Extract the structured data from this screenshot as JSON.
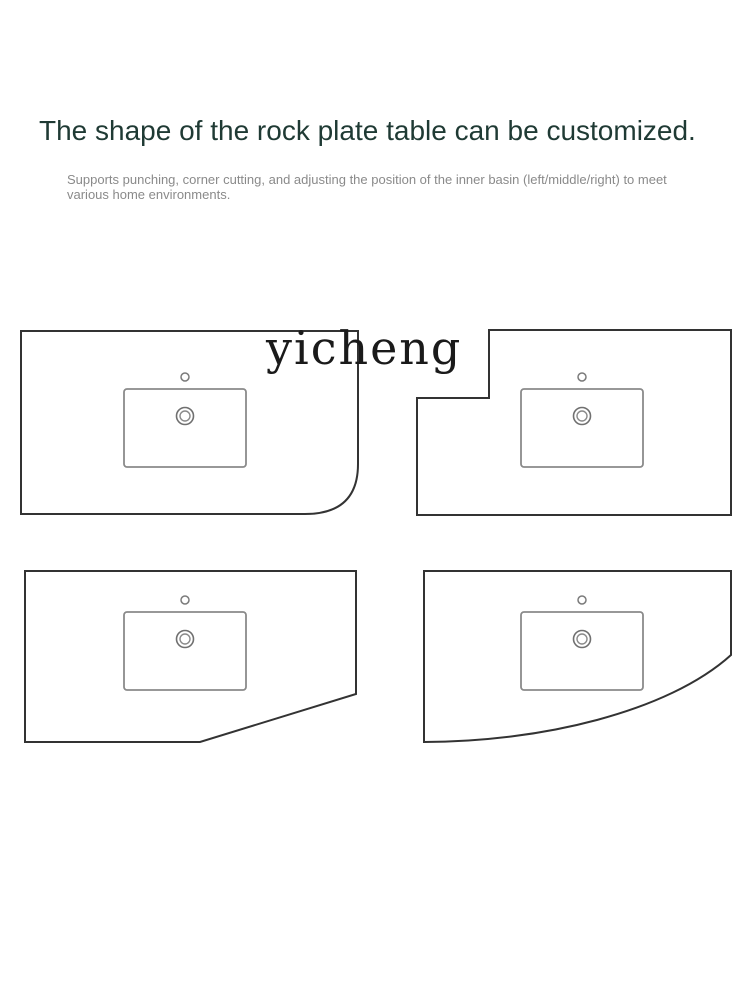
{
  "headline": "The shape of the rock plate table can be customized.",
  "subtext": "Supports punching, corner cutting, and adjusting the position of the inner basin (left/middle/right) to meet various home environments.",
  "watermark": "yicheng",
  "colors": {
    "headline": "#1f3a34",
    "subtext": "#8a8a8a",
    "outline": "#333333",
    "basin": "#8a8a8a"
  },
  "shapes": [
    "rounded-corner-countertop",
    "notched-corner-countertop",
    "angled-corner-countertop",
    "curved-edge-countertop"
  ]
}
